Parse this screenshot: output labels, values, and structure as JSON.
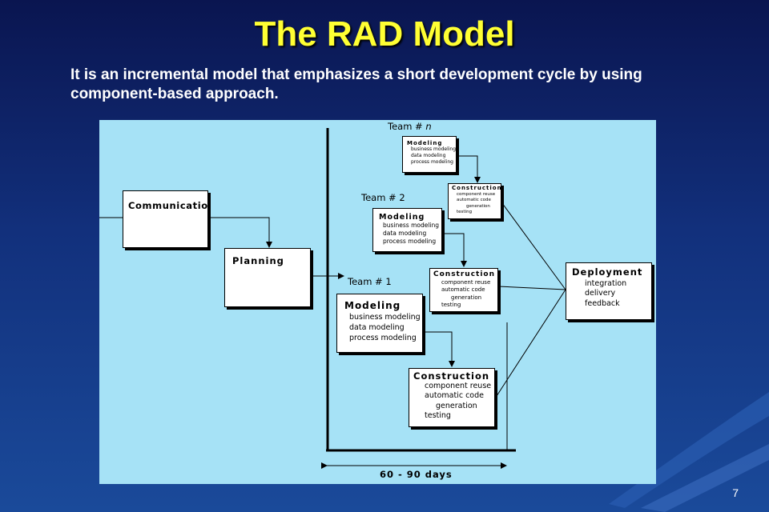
{
  "slide": {
    "title": "The RAD Model",
    "subtitle": "It is an incremental model that emphasizes a short development cycle by using component-based approach.",
    "page_number": "7"
  },
  "diagram": {
    "communication": {
      "title": "Communication"
    },
    "planning": {
      "title": "Planning"
    },
    "team_n": {
      "label_prefix": "Team # ",
      "label_suffix": "n",
      "modeling": {
        "title": "Modeling",
        "items": [
          "business modeling",
          "data modeling",
          "process modeling"
        ]
      },
      "construction": {
        "title": "Construction",
        "items": [
          "component reuse",
          "automatic code",
          "generation",
          "testing"
        ]
      }
    },
    "team_2": {
      "label": "Team # 2",
      "modeling": {
        "title": "Modeling",
        "items": [
          "business modeling",
          "data modeling",
          "process modeling"
        ]
      },
      "construction": {
        "title": "Construction",
        "items": [
          "component reuse",
          "automatic code",
          "generation",
          "testing"
        ]
      }
    },
    "team_1": {
      "label": "Team # 1",
      "modeling": {
        "title": "Modeling",
        "items": [
          "business modeling",
          "data modeling",
          "process modeling"
        ]
      },
      "construction": {
        "title": "Construction",
        "items": [
          "component reuse",
          "automatic code",
          "generation",
          "testing"
        ]
      }
    },
    "deployment": {
      "title": "Deployment",
      "items": [
        "integration",
        "delivery",
        "feedback"
      ]
    },
    "timeline_label": "60 - 90 days"
  },
  "colors": {
    "title": "#ffff33",
    "panel": "#a6e2f6",
    "background": "#12307c"
  }
}
